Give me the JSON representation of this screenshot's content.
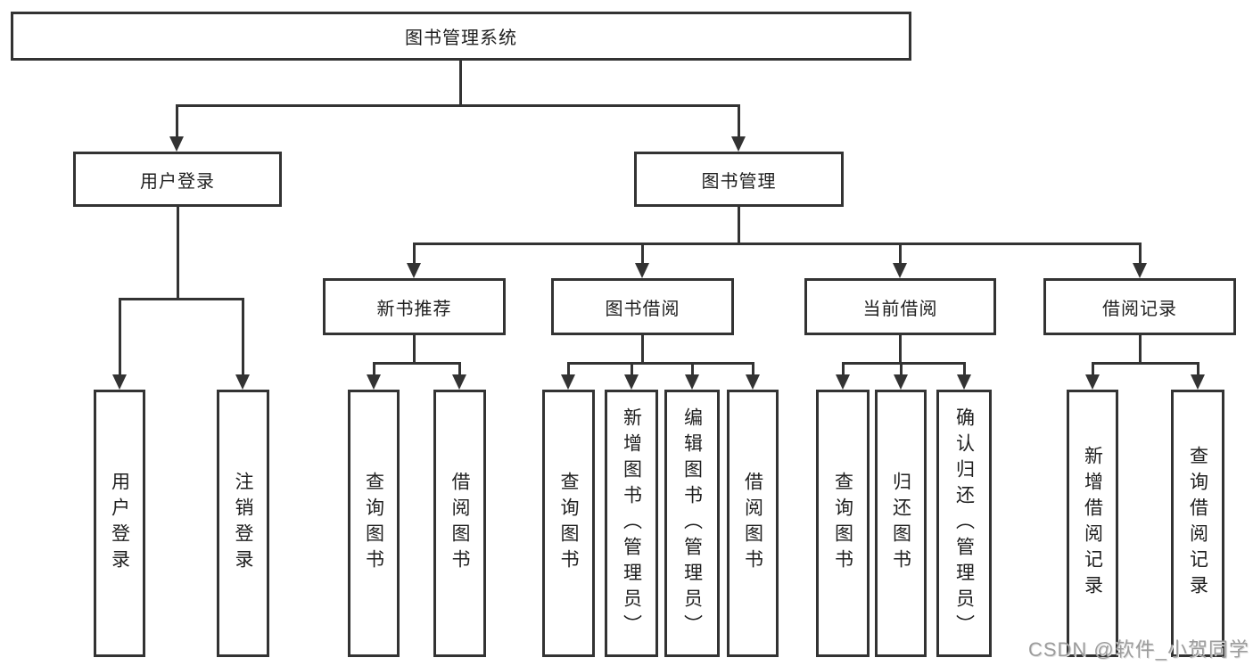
{
  "tree": {
    "label": "图书管理系统",
    "children": [
      {
        "label": "用户登录",
        "children": [
          {
            "label": "用户登录"
          },
          {
            "label": "注销登录"
          }
        ]
      },
      {
        "label": "图书管理",
        "children": [
          {
            "label": "新书推荐",
            "children": [
              {
                "label": "查询图书"
              },
              {
                "label": "借阅图书"
              }
            ]
          },
          {
            "label": "图书借阅",
            "children": [
              {
                "label": "查询图书"
              },
              {
                "label": "新增图书（管理员）"
              },
              {
                "label": "编辑图书（管理员）"
              },
              {
                "label": "借阅图书"
              }
            ]
          },
          {
            "label": "当前借阅",
            "children": [
              {
                "label": "查询图书"
              },
              {
                "label": "归还图书"
              },
              {
                "label": "确认归还（管理员）"
              }
            ]
          },
          {
            "label": "借阅记录",
            "children": [
              {
                "label": "新增借阅记录"
              },
              {
                "label": "查询借阅记录"
              }
            ]
          }
        ]
      }
    ]
  },
  "watermark": {
    "text": "CSDN @软件_小贺同学"
  },
  "colors": {
    "line": "#333333",
    "box_background": "#ffffff",
    "text": "#1f1f1f",
    "watermark_text": "#9c9c9c",
    "page_background": "#ffffff"
  }
}
